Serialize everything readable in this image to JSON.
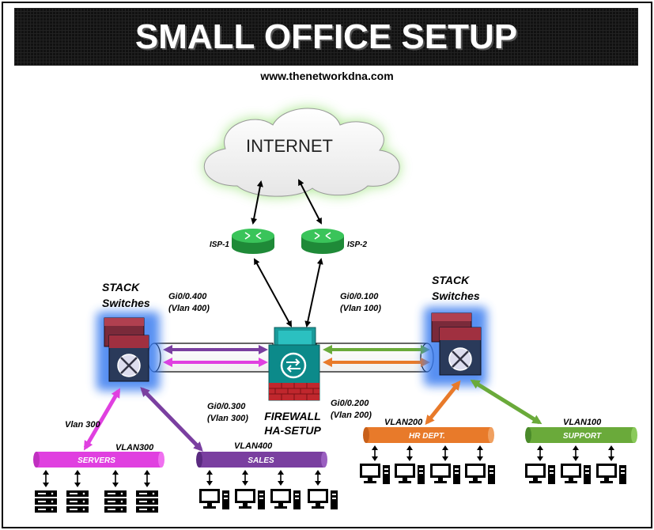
{
  "title": "SMALL OFFICE SETUP",
  "website": "www.thenetworkdna.com",
  "internet": "INTERNET",
  "isp1": "ISP-1",
  "isp2": "ISP-2",
  "stack_left": {
    "line1": "STACK",
    "line2": "Switches"
  },
  "stack_right": {
    "line1": "STACK",
    "line2": "Switches"
  },
  "firewall": {
    "line1": "FIREWALL",
    "line2": "HA-SETUP"
  },
  "links": {
    "gi400": {
      "iface": "Gi0/0.400",
      "vlan": "(Vlan 400)"
    },
    "gi300": {
      "iface": "Gi0/0.300",
      "vlan": "(Vlan 300)"
    },
    "gi100": {
      "iface": "Gi0/0.100",
      "vlan": "(Vlan 100)"
    },
    "gi200": {
      "iface": "Gi0/0.200",
      "vlan": "(Vlan 200)"
    }
  },
  "segments": {
    "servers": {
      "name": "SERVERS",
      "vlan": "VLAN300",
      "link_label": "Vlan 300"
    },
    "sales": {
      "name": "SALES",
      "vlan": "VLAN400"
    },
    "hr": {
      "name": "HR DEPT.",
      "vlan": "VLAN200"
    },
    "support": {
      "name": "SUPPORT",
      "vlan": "VLAN100"
    }
  },
  "colors": {
    "magenta": "#e040e0",
    "purple": "#7a3fa0",
    "green": "#6aaa3a",
    "orange": "#e87a2a",
    "router": "#2db34a",
    "firewall": "#c0272d",
    "switch_blue": "#1a4f8c"
  }
}
